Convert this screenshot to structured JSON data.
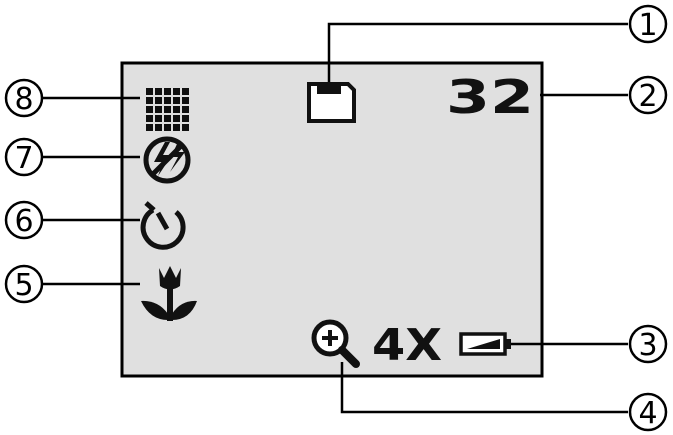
{
  "screen": {
    "shots_remaining": "32",
    "zoom_level": "4X",
    "background_color": "#e0e0e0",
    "border_color": "#000000"
  },
  "icons": {
    "memory_card": "memory-card-icon",
    "image_quality": "image-quality-grid-icon",
    "flash_off": "flash-off-icon",
    "self_timer": "self-timer-icon",
    "macro": "macro-flower-icon",
    "digital_zoom": "zoom-magnifier-icon",
    "battery": "battery-icon"
  },
  "callouts": [
    "1",
    "2",
    "3",
    "4",
    "5",
    "6",
    "7",
    "8"
  ]
}
